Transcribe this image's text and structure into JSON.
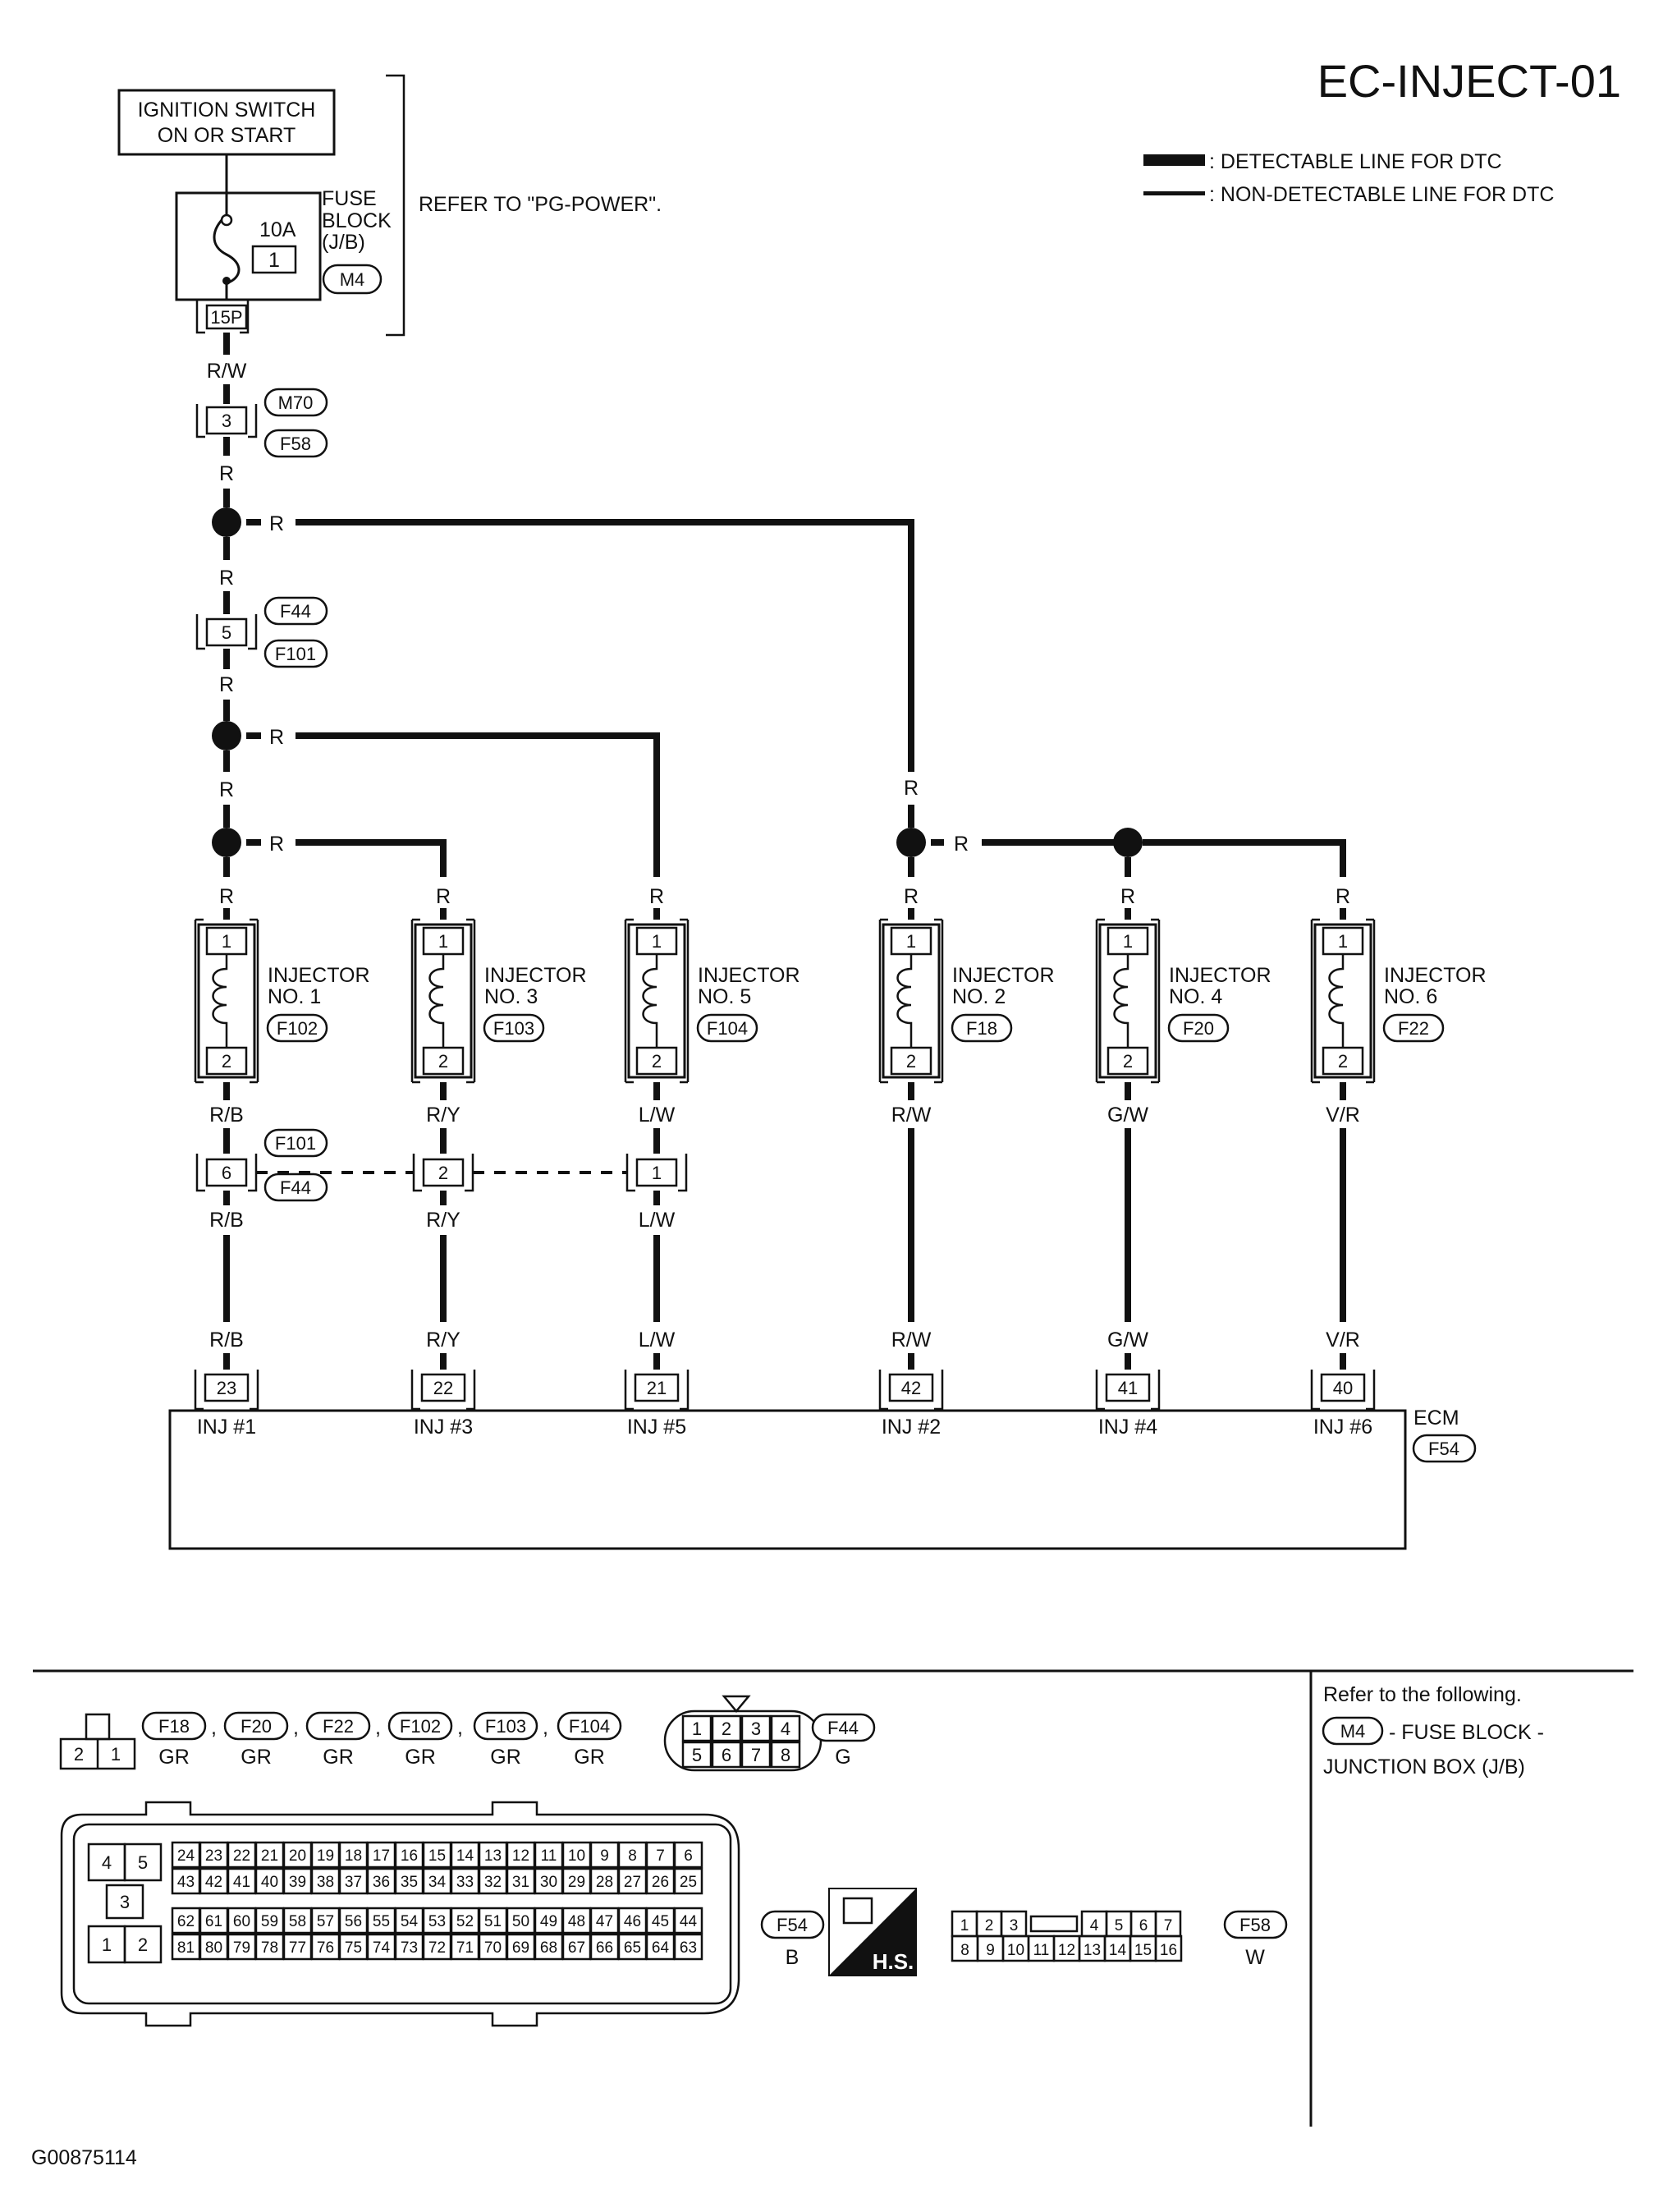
{
  "page_title": "EC-INJECT-01",
  "legend": {
    "detectable": ": DETECTABLE LINE FOR DTC",
    "non_detectable": ": NON-DETECTABLE LINE FOR DTC"
  },
  "ignition": {
    "line1": "IGNITION SWITCH",
    "line2": "ON OR START"
  },
  "fuse_block": {
    "l1": "FUSE",
    "l2": "BLOCK",
    "l3": "(J/B)",
    "rating": "10A",
    "fuse_no": "1",
    "connector": "M4",
    "pin": "15P"
  },
  "refer_pg": "REFER TO \"PG-POWER\".",
  "wire_colors": {
    "rw": "R/W",
    "r": "R",
    "rb": "R/B",
    "ry": "R/Y",
    "lw": "L/W",
    "gw": "G/W",
    "vr": "V/R"
  },
  "connectors": {
    "m70": "M70",
    "f58": "F58",
    "f44": "F44",
    "f101": "F101",
    "pin_3": "3",
    "pin_5": "5",
    "pin_6": "6",
    "pin_2": "2",
    "pin_1": "1"
  },
  "injectors": [
    {
      "l1": "INJECTOR",
      "l2": "NO. 1",
      "conn": "F102",
      "pin_top": "1",
      "pin_bot": "2"
    },
    {
      "l1": "INJECTOR",
      "l2": "NO. 3",
      "conn": "F103",
      "pin_top": "1",
      "pin_bot": "2"
    },
    {
      "l1": "INJECTOR",
      "l2": "NO. 5",
      "conn": "F104",
      "pin_top": "1",
      "pin_bot": "2"
    },
    {
      "l1": "INJECTOR",
      "l2": "NO. 2",
      "conn": "F18",
      "pin_top": "1",
      "pin_bot": "2"
    },
    {
      "l1": "INJECTOR",
      "l2": "NO. 4",
      "conn": "F20",
      "pin_top": "1",
      "pin_bot": "2"
    },
    {
      "l1": "INJECTOR",
      "l2": "NO. 6",
      "conn": "F22",
      "pin_top": "1",
      "pin_bot": "2"
    }
  ],
  "ecm": {
    "label": "ECM",
    "conn": "F54",
    "terminals": [
      {
        "pin": "23",
        "name": "INJ #1"
      },
      {
        "pin": "22",
        "name": "INJ #3"
      },
      {
        "pin": "21",
        "name": "INJ #5"
      },
      {
        "pin": "42",
        "name": "INJ #2"
      },
      {
        "pin": "41",
        "name": "INJ #4"
      },
      {
        "pin": "40",
        "name": "INJ #6"
      }
    ]
  },
  "connector_views": {
    "inj_pins": [
      "2",
      "1"
    ],
    "inj_conns": [
      {
        "id": "F18",
        "color": "GR"
      },
      {
        "id": "F20",
        "color": "GR"
      },
      {
        "id": "F22",
        "color": "GR"
      },
      {
        "id": "F102",
        "color": "GR"
      },
      {
        "id": "F103",
        "color": "GR"
      },
      {
        "id": "F104",
        "color": "GR"
      }
    ],
    "comma": ",",
    "f44": {
      "id": "F44",
      "color": "G",
      "top": [
        "1",
        "2",
        "3",
        "4"
      ],
      "bottom": [
        "5",
        "6",
        "7",
        "8"
      ]
    },
    "ecm_side": [
      "4",
      "5",
      "3",
      "1",
      "2"
    ],
    "ecm_rows": [
      [
        "24",
        "23",
        "22",
        "21",
        "20",
        "19",
        "18",
        "17",
        "16",
        "15",
        "14",
        "13",
        "12",
        "11",
        "10",
        "9",
        "8",
        "7",
        "6"
      ],
      [
        "43",
        "42",
        "41",
        "40",
        "39",
        "38",
        "37",
        "36",
        "35",
        "34",
        "33",
        "32",
        "31",
        "30",
        "29",
        "28",
        "27",
        "26",
        "25"
      ],
      [
        "62",
        "61",
        "60",
        "59",
        "58",
        "57",
        "56",
        "55",
        "54",
        "53",
        "52",
        "51",
        "50",
        "49",
        "48",
        "47",
        "46",
        "45",
        "44"
      ],
      [
        "81",
        "80",
        "79",
        "78",
        "77",
        "76",
        "75",
        "74",
        "73",
        "72",
        "71",
        "70",
        "69",
        "68",
        "67",
        "66",
        "65",
        "64",
        "63"
      ]
    ],
    "f54": {
      "id": "F54",
      "color": "B"
    },
    "hs": "H.S.",
    "f58": {
      "id": "F58",
      "color": "W",
      "top": [
        "1",
        "2",
        "3",
        "4",
        "5",
        "6",
        "7"
      ],
      "bottom": [
        "8",
        "9",
        "10",
        "11",
        "12",
        "13",
        "14",
        "15",
        "16"
      ]
    }
  },
  "refer_box": {
    "l1": "Refer to the following.",
    "conn": "M4",
    "l2": "- FUSE BLOCK -",
    "l3": "JUNCTION BOX (J/B)"
  },
  "figure_id": "G00875114"
}
